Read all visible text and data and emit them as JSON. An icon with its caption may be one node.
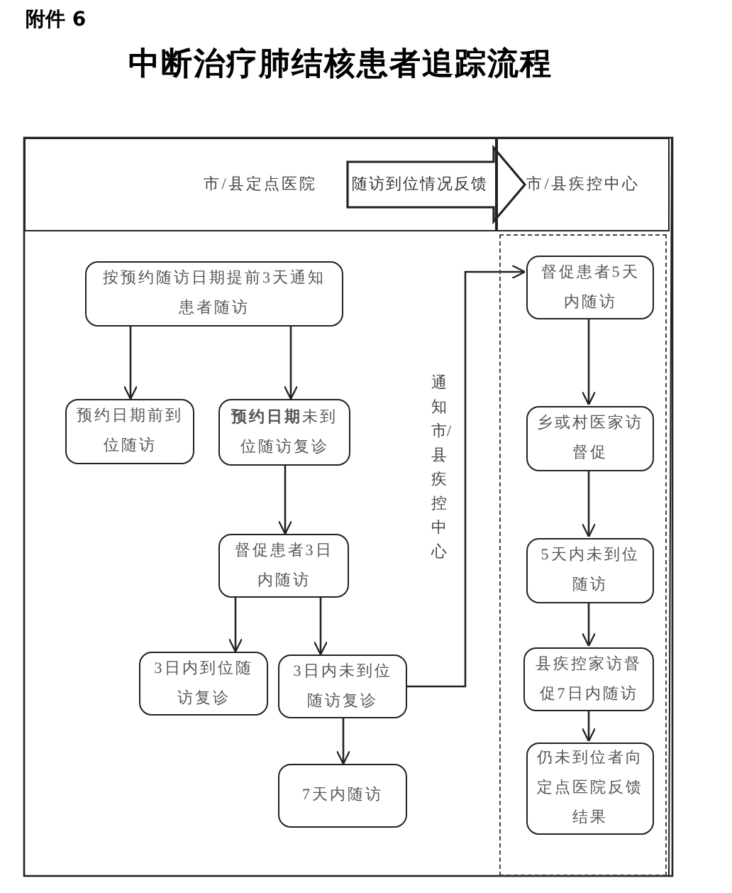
{
  "diagram": {
    "title": "中断治疗肺结核患者追踪流程",
    "nodes": [
      {
        "text": [
          "市/县定点医院"
        ]
      },
      {
        "text": [
          "市/县疾控中心"
        ]
      },
      {
        "text": [],
        "shape": "box"
      },
      {
        "text": [
          "按预约随访日期提前3天通知患者随访"
        ]
      },
      {
        "text": [
          "预约日期前到位随访"
        ]
      },
      {
        "text": [
          "**预约日期**未到位随访复诊"
        ]
      },
      {
        "text": [
          "督促患者3日内随访"
        ]
      },
      {
        "text": [
          "3日内到位随访复诊"
        ]
      },
      {
        "text": [
          "3日内未到位随访复诊"
        ]
      },
      {
        "text": [
          "7天内随访"
        ]
      },
      {
        "text": [
          "督促患者5天内随访"
        ],
        "in": 2
      },
      {
        "text": [
          "乡或村医家访督促"
        ],
        "in": 2
      },
      {
        "text": [
          "5天内未到位随访"
        ],
        "in": 2
      },
      {
        "text": [
          "县疾控家访督促7日内随访"
        ],
        "in": 2
      },
      {
        "text": [
          "仍未到位者向定点医院反馈结果"
        ],
        "in": 2
      }
    ],
    "edges": [
      {
        "from": 0,
        "to": 1,
        "arrow": "to",
        "label": "随访到位情况反馈",
        "style": "thick"
      },
      {
        "from": 3,
        "to": 4,
        "arrow": "to"
      },
      {
        "from": 3,
        "to": 5,
        "arrow": "to"
      },
      {
        "from": 5,
        "to": 6,
        "arrow": "to"
      },
      {
        "from": 6,
        "to": 7,
        "arrow": "to"
      },
      {
        "from": 6,
        "to": 8,
        "arrow": "to"
      },
      {
        "from": 8,
        "to": 9,
        "arrow": "to"
      },
      {
        "from": 8,
        "to": 10,
        "arrow": "to",
        "label": "通知市/县疾控中心"
      },
      {
        "from": 10,
        "to": 11,
        "arrow": "to"
      },
      {
        "from": 11,
        "to": 12,
        "arrow": "to"
      },
      {
        "from": 12,
        "to": 13,
        "arrow": "to"
      },
      {
        "from": 13,
        "to": 14,
        "arrow": "to"
      }
    ],
    "labels": [
      "附件 6"
    ]
  }
}
